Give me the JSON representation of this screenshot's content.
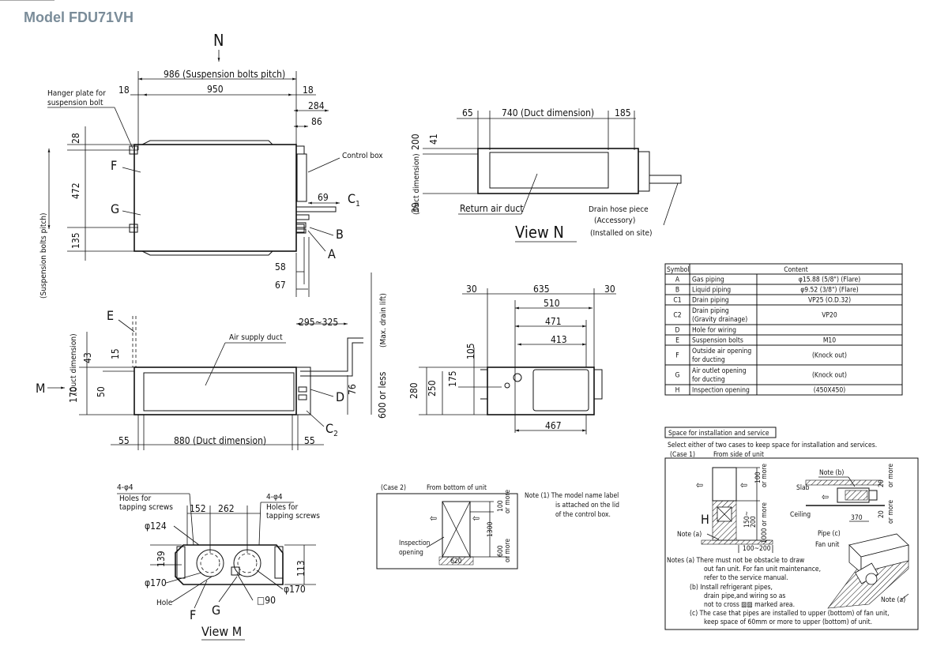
{
  "title": "Model FDU71VH",
  "top_view": {
    "north": "N",
    "dims": {
      "d986": "986 (Suspension bolts pitch)",
      "d950": "950",
      "d18a": "18",
      "d18b": "18",
      "d284": "284",
      "d86": "86",
      "d28": "28",
      "d472": "472",
      "d135": "135",
      "d69": "69",
      "d58": "58",
      "d67": "67"
    },
    "labels": {
      "hanger": "Hanger plate for",
      "hanger2": "suspension bolt",
      "control_box": "Control box",
      "F": "F",
      "G": "G",
      "C1": "C",
      "C1sub": "1",
      "B": "B",
      "A": "A",
      "bolts_pitch": "(Suspension bolts pitch)"
    }
  },
  "view_n": {
    "title": "View N",
    "duct_dimension": "(Duct dimension)",
    "dims": {
      "d65": "65",
      "d740": "740 (Duct dimension)",
      "d185": "185",
      "d200": "200",
      "d41": "41",
      "d39": "39"
    },
    "return_air": "Return air duct",
    "drain1": "Drain hose piece",
    "drain2": "(Accessory)",
    "drain3": "(Installed on site)"
  },
  "side_view": {
    "E": "E",
    "M": "M",
    "duct_dimension": "(Duct dimension)",
    "air_supply": "Air supply duct",
    "max_drain": "(Max. drain lift)",
    "d600": "600 or less",
    "dims": {
      "d295": "295~325",
      "d43": "43",
      "d15": "15",
      "d170": "170",
      "d50": "50",
      "d76": "76",
      "d55a": "55",
      "d880": "880 (Duct dimension)",
      "d55b": "55"
    },
    "D": "D",
    "C2": "C",
    "C2sub": "2"
  },
  "front_view": {
    "dims": {
      "d30a": "30",
      "d635": "635",
      "d30b": "30",
      "d510": "510",
      "d471": "471",
      "d413": "413",
      "d105": "105",
      "d175": "175",
      "d250": "250",
      "d280": "280",
      "d467": "467"
    }
  },
  "symbol_table": {
    "headers": [
      "Symbol",
      "Content"
    ],
    "rows": [
      {
        "sym": "A",
        "name": "Gas piping",
        "value": "φ15.88 (5/8\") (Flare)"
      },
      {
        "sym": "B",
        "name": "Liquid piping",
        "value": "φ9.52 (3/8\") (Flare)"
      },
      {
        "sym": "C1",
        "name": "Drain piping",
        "value": "VP25 (O.D.32)"
      },
      {
        "sym": "C2",
        "name": "Drain piping\n(Gravity drainage)",
        "value": "VP20"
      },
      {
        "sym": "D",
        "name": "Hole for wiring",
        "value": ""
      },
      {
        "sym": "E",
        "name": "Suspension bolts",
        "value": "M10"
      },
      {
        "sym": "F",
        "name": "Outside air opening\nfor ducting",
        "value": "(Knock out)"
      },
      {
        "sym": "G",
        "name": "Air outlet opening\nfor ducting",
        "value": "(Knock out)"
      },
      {
        "sym": "H",
        "name": "Inspection opening",
        "value": "(450X450)"
      }
    ]
  },
  "view_m": {
    "title": "View M",
    "holes_a": "4-φ4",
    "holes_a1": "Holes for",
    "holes_a2": "tapping screws",
    "holes_b": "4-φ4",
    "holes_b1": "Holes for",
    "holes_b2": "tapping screws",
    "d152": "152",
    "d262": "262",
    "d124": "φ124",
    "d139": "139",
    "d113": "113",
    "d170a": "φ170",
    "d170b": "φ170",
    "hole": "Hole",
    "F": "F",
    "G": "G",
    "d90": "□90"
  },
  "case2": {
    "label": "(Case 2)",
    "from": "From bottom of unit",
    "d100": "100",
    "more1": "or more",
    "d1300": "1300",
    "d600": "600",
    "more2": "or more",
    "d620": "620",
    "inspection1": "Inspection",
    "inspection2": "opening"
  },
  "note1": {
    "l1": "Note (1) The model name label",
    "l2": "is attached on the lid",
    "l3": "of the control box."
  },
  "space": {
    "title": "Space for installation and service",
    "line1": "Select either of two cases to keep space for installation and services.",
    "case1": "(Case 1)",
    "from": "From side of unit",
    "H": "H",
    "note_a": "Note (a)",
    "note_b": "Note (b)",
    "slab": "Slab",
    "ceiling": "Ceiling",
    "pipe_c": "Pipe (c)",
    "fan_unit": "Fan unit",
    "note_a2": "Note (a)",
    "d100": "100",
    "more": "or more",
    "d150": "150~",
    "d200": "200",
    "d1000": "1000 or more",
    "d100_200": "100~200",
    "d20a": "20",
    "d20b": "20",
    "d370": "370",
    "notes": [
      "Notes (a)  There must not be obstacle to draw",
      "out fan unit. For fan unit maintenance,",
      "refer to the service manual.",
      "(b)  Install refrigerant pipes,",
      "drain pipe,and wiring so as",
      "not to cross ▨▨ marked area.",
      "(c)  The case that pipes are installed to upper (bottom) of fan unit,",
      "keep space of 60mm or more to upper (bottom) of unit."
    ]
  }
}
